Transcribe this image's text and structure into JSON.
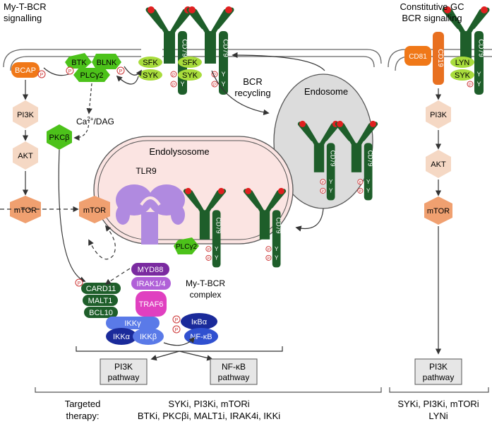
{
  "titles": {
    "left_line1": "My-T-BCR",
    "left_line2": "signalling",
    "right_line1": "Constitutive GC",
    "right_line2": "BCR signalling"
  },
  "receptor": {
    "cd79": "CD79",
    "y": "Y",
    "p": "P"
  },
  "kinases": {
    "sfk": "SFK",
    "syk": "SYK",
    "btk": "BTK",
    "blnk": "BLNK",
    "plcg2": "PLCγ2",
    "lyn": "LYN",
    "cd81": "CD81",
    "cd19": "CD19"
  },
  "left_cascade": {
    "bcap": "BCAP",
    "pi3k": "PI3K",
    "akt": "AKT",
    "mtor": "mTOR"
  },
  "middle": {
    "ca_dag_prefix": "Ca",
    "ca_dag_sup": "2+",
    "ca_dag_suffix": "/DAG",
    "pkcb": "PKCβ",
    "mtor": "mTOR",
    "bcr_recycling_line1": "BCR",
    "bcr_recycling_line2": "recycling",
    "endosome": "Endosome",
    "endolysosome": "Endolysosome",
    "tlr9": "TLR9",
    "plcg2_inner": "PLCγ2",
    "myd88": "MYD88",
    "irak": "IRAK1/4",
    "traf6": "TRAF6",
    "complex_line1": "My-T-BCR",
    "complex_line2": "complex",
    "card11": "CARD11",
    "malt1": "MALT1",
    "bcl10": "BCL10",
    "ikkg": "IKKγ",
    "ikka": "IKKα",
    "ikkb": "IKKβ",
    "ikba": "IκBα",
    "nfkb": "NF-κB"
  },
  "right_cascade": {
    "pi3k": "PI3K",
    "akt": "AKT",
    "mtor": "mTOR"
  },
  "outputs": {
    "pi3k_line1": "PI3K",
    "pi3k_line2": "pathway",
    "nfkb_line1": "NF-κB",
    "nfkb_line2": "pathway",
    "right_pi3k_line1": "PI3K",
    "right_pi3k_line2": "pathway"
  },
  "therapy": {
    "label_line1": "Targeted",
    "label_line2": "therapy:",
    "left_line1": "SYKi, PI3Ki, mTORi",
    "left_line2": "BTKi, PKCβi, MALT1i, IRAK4i, IKKi",
    "right_line1": "SYKi, PI3Ki, mTORi",
    "right_line2": "LYNi"
  },
  "colors": {
    "receptor_green": "#1e5e2a",
    "antigen_red": "#e02020",
    "kinase_lime": "#a8dc3c",
    "bright_green": "#4cc21a",
    "bcap_orange": "#f07818",
    "cascade_peach": "#f5c8a8",
    "mtor_salmon": "#f0a070",
    "cd19_orange": "#e87020",
    "endosome_grey": "#dcdcdc",
    "endolysosome_pink": "#fbe4e2",
    "myd88_purple": "#7a2aa0",
    "irak_purple": "#b060d8",
    "traf6_pink": "#e040c0",
    "ikk_blue": "#3050d0",
    "ikka_navy": "#1a2a9a",
    "tlr9_lavender": "#b08ae0"
  }
}
